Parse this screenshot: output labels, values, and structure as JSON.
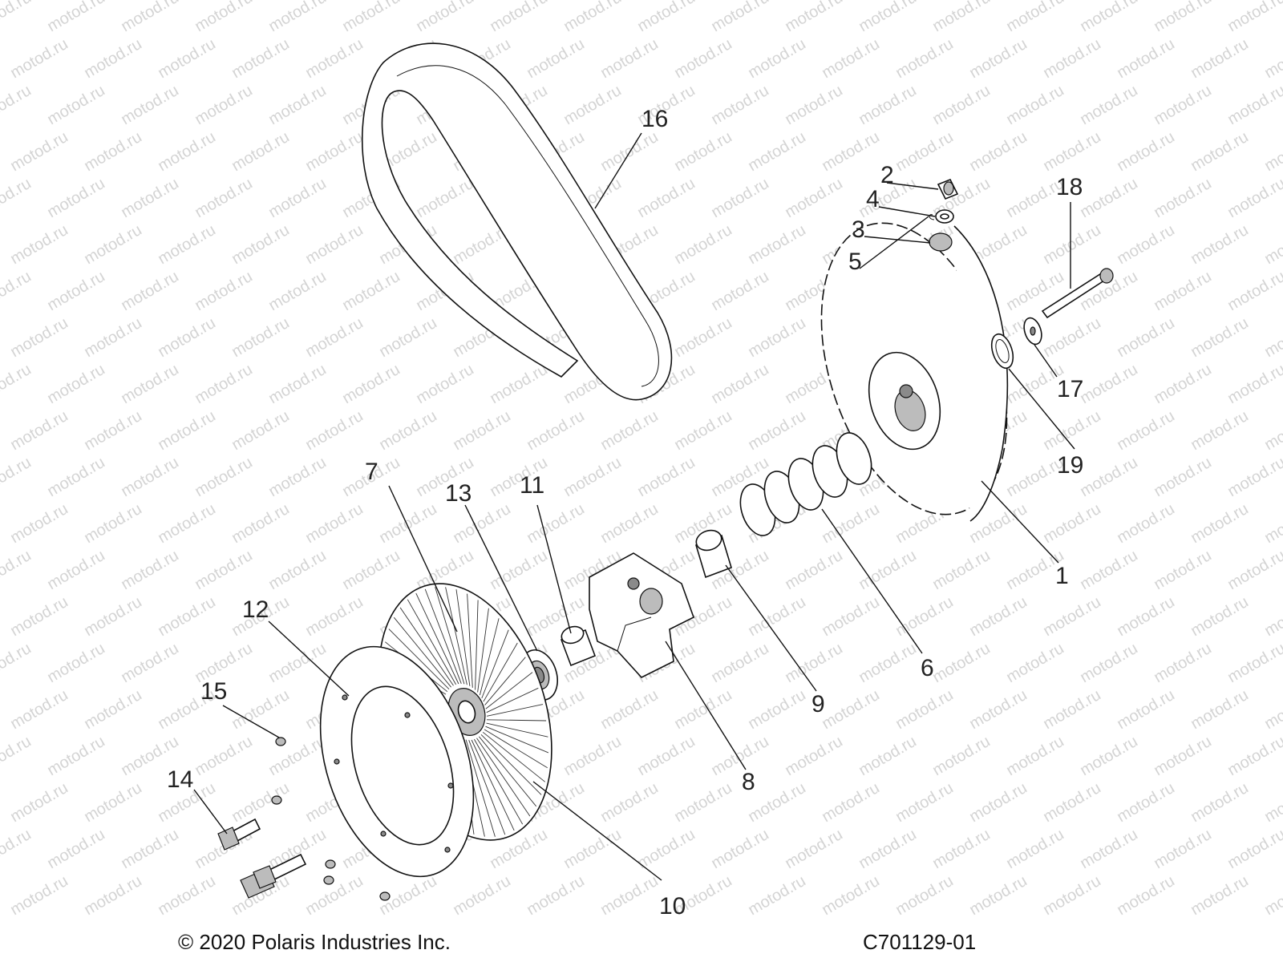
{
  "watermark": "motod.ru",
  "footer": {
    "copyright": "© 2020 Polaris Industries Inc.",
    "diagram_code": "C701129-01"
  },
  "callouts": [
    {
      "id": "1",
      "label": "1"
    },
    {
      "id": "2",
      "label": "2"
    },
    {
      "id": "3",
      "label": "3"
    },
    {
      "id": "4",
      "label": "4"
    },
    {
      "id": "5",
      "label": "5"
    },
    {
      "id": "6",
      "label": "6"
    },
    {
      "id": "7",
      "label": "7"
    },
    {
      "id": "8",
      "label": "8"
    },
    {
      "id": "9",
      "label": "9"
    },
    {
      "id": "10",
      "label": "10"
    },
    {
      "id": "11",
      "label": "11"
    },
    {
      "id": "12",
      "label": "12"
    },
    {
      "id": "13",
      "label": "13"
    },
    {
      "id": "14",
      "label": "14"
    },
    {
      "id": "15",
      "label": "15"
    },
    {
      "id": "16",
      "label": "16"
    },
    {
      "id": "17",
      "label": "17"
    },
    {
      "id": "18",
      "label": "18"
    },
    {
      "id": "19",
      "label": "19"
    }
  ]
}
